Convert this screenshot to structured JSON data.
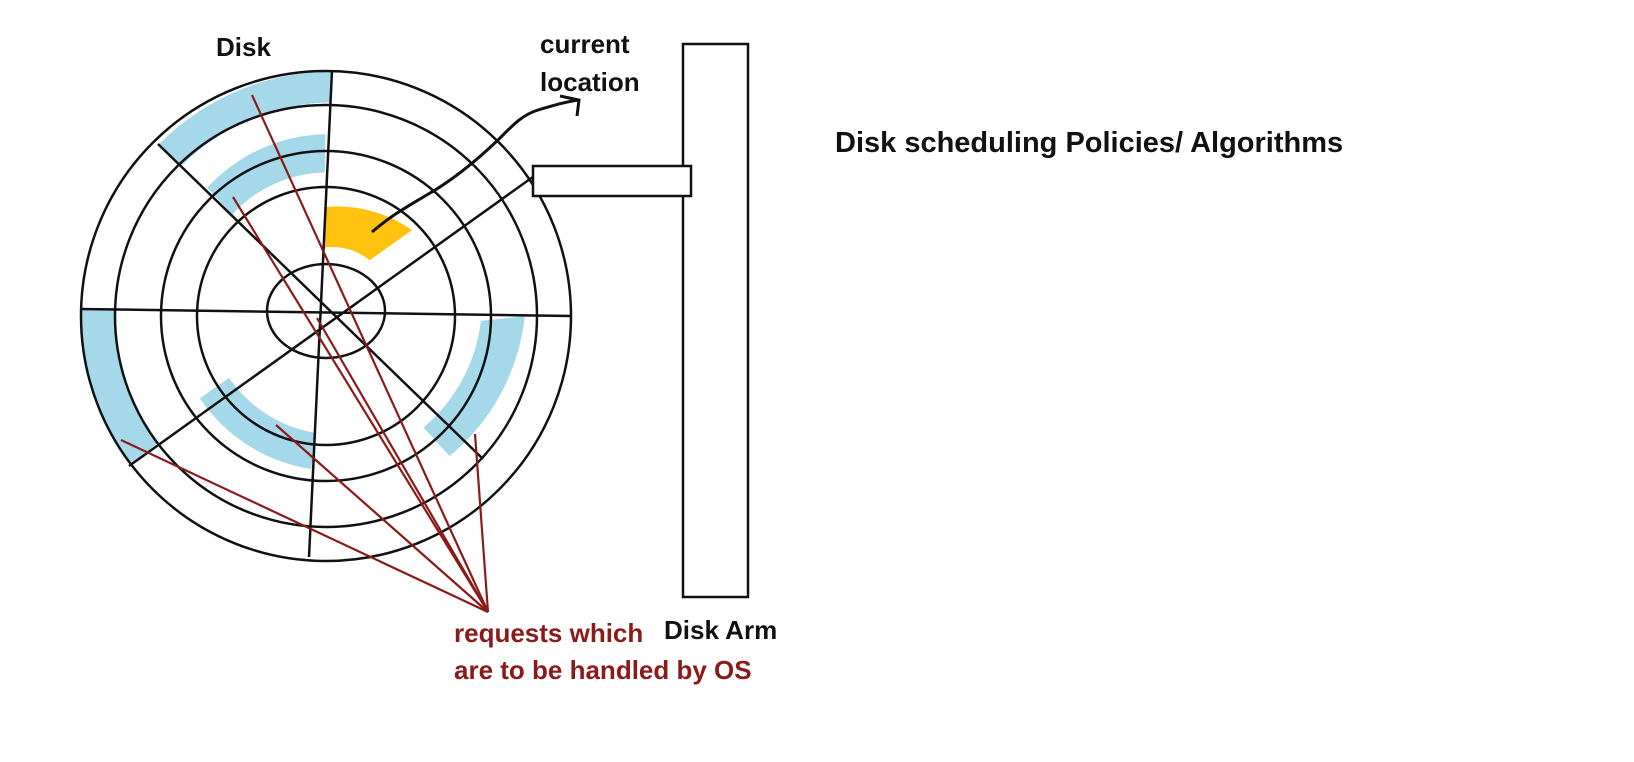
{
  "labels": {
    "disk": "Disk",
    "current_line1": "current",
    "current_line2": "location",
    "title": "Disk scheduling Policies/ Algorithms",
    "disk_arm": "Disk Arm",
    "requests_line1": "requests which",
    "requests_line2": "are to be handled by OS"
  },
  "colors": {
    "request_sector": "#a5d9ea",
    "current_sector": "#ffc20e",
    "request_arrow": "#8b1a1a",
    "stroke": "#111111"
  },
  "icons": {
    "current_location_pointer": "curved-arrow-icon"
  }
}
